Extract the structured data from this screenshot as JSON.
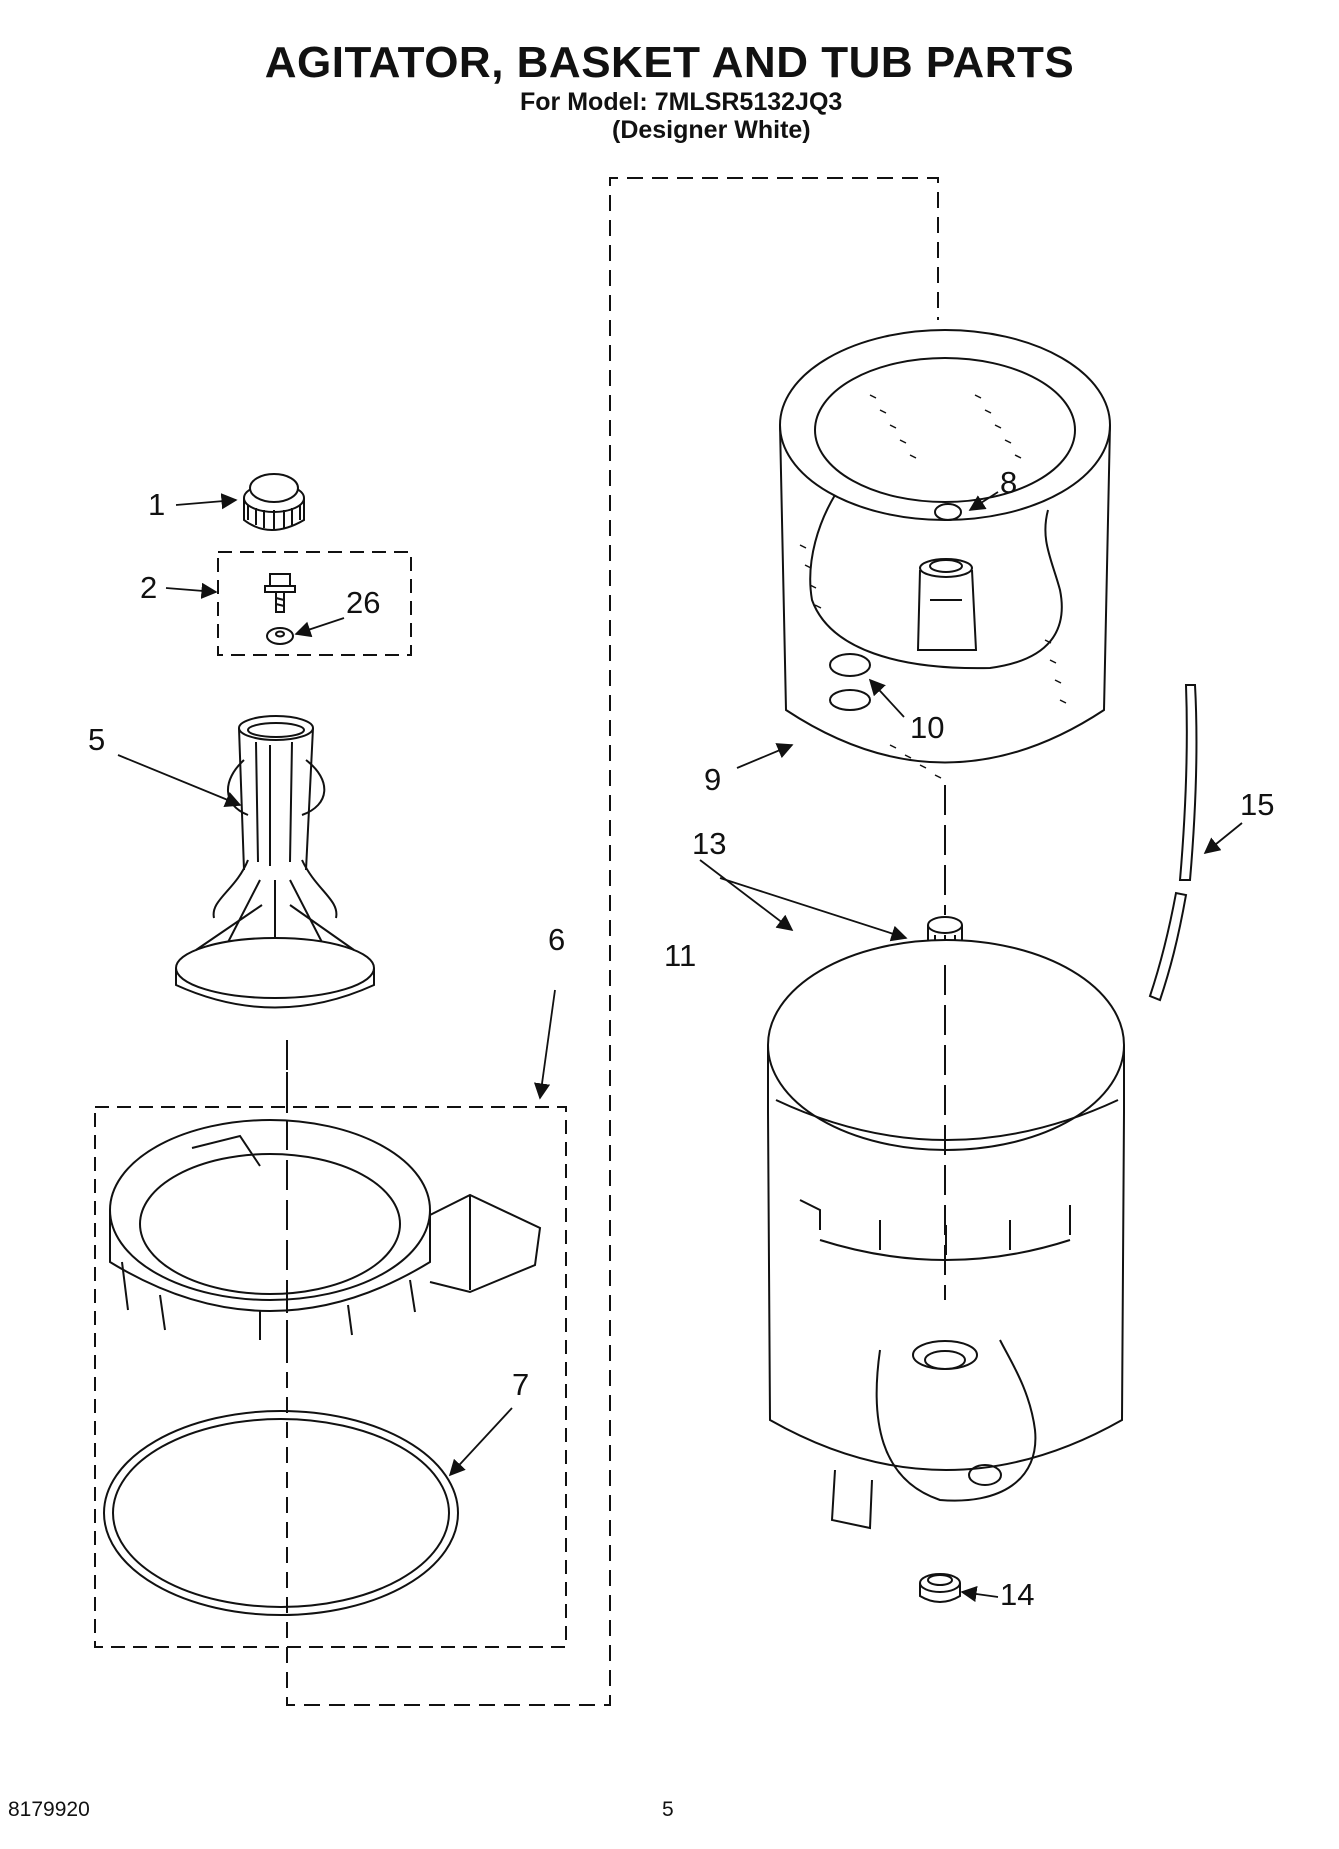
{
  "header": {
    "title": "AGITATOR, BASKET AND TUB PARTS",
    "model_line": "For Model: 7MLSR5132JQ3",
    "variant_line": "(Designer White)"
  },
  "callouts": {
    "c1": "1",
    "c2": "2",
    "c26": "26",
    "c5": "5",
    "c6": "6",
    "c7": "7",
    "c8": "8",
    "c9": "9",
    "c10": "10",
    "c11": "11",
    "c13": "13",
    "c14": "14",
    "c15": "15"
  },
  "footer": {
    "doc_number": "8179920",
    "page_number": "5"
  }
}
